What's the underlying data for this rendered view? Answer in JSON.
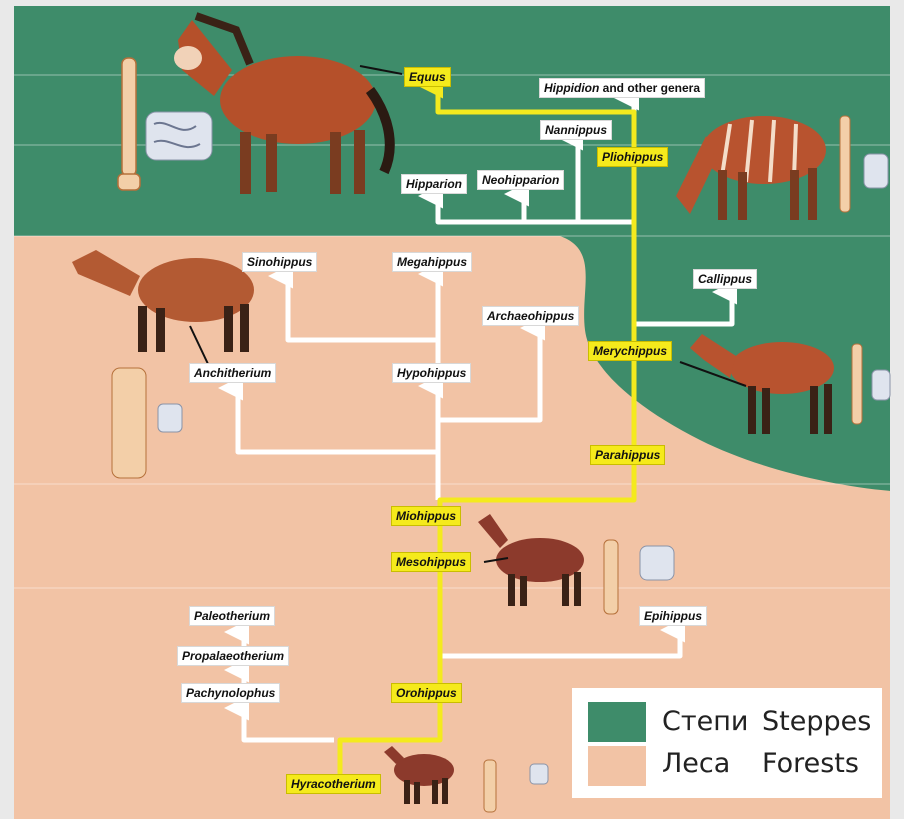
{
  "colors": {
    "steppes": "#3e8c6a",
    "forests": "#f2c3a5",
    "main_line": "#f4ea1e",
    "side_line": "#ffffff"
  },
  "taxa": {
    "equus": "Equus",
    "hippidion": "Hippidion",
    "hippidion_suffix": " and other genera",
    "nannippus": "Nannippus",
    "pliohippus": "Pliohippus",
    "hipparion": "Hipparion",
    "neohipparion": "Neohipparion",
    "sinohippus": "Sinohippus",
    "megahippus": "Megahippus",
    "archaeohippus": "Archaeohippus",
    "callippus": "Callippus",
    "anchitherium": "Anchitherium",
    "hypohippus": "Hypohippus",
    "merychippus": "Merychippus",
    "parahippus": "Parahippus",
    "miohippus": "Miohippus",
    "mesohippus": "Mesohippus",
    "paleotherium": "Paleotherium",
    "propalaeotherium": "Propalaeotherium",
    "pachynolophus": "Pachynolophus",
    "epihippus": "Epihippus",
    "orohippus": "Orohippus",
    "hyracotherium": "Hyracotherium"
  },
  "legend": {
    "steppes_ru": "Степи",
    "steppes_en": "Steppes",
    "forests_ru": "Леса",
    "forests_en": "Forests"
  },
  "icons": [
    "horse-illustration",
    "limb-bone-icon",
    "molar-tooth-icon"
  ]
}
